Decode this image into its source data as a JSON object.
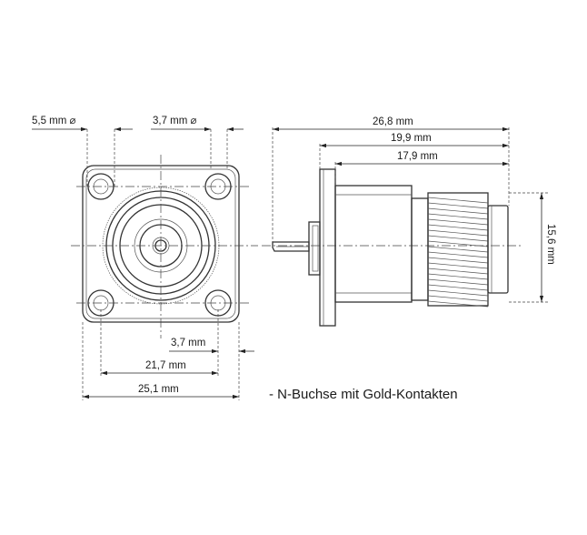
{
  "front_view": {
    "dim_hole_diameter": "5,5 mm ⌀",
    "dim_bore_diameter": "3,7 mm ⌀",
    "dim_hole_offset": "3,7 mm",
    "dim_hole_spacing": "21,7 mm",
    "dim_flange_width": "25,1 mm"
  },
  "side_view": {
    "dim_total_length": "26,8 mm",
    "dim_length_2": "19,9 mm",
    "dim_length_3": "17,9 mm",
    "dim_height": "15,6 mm"
  },
  "caption": "- N-Buchse mit Gold-Kontakten"
}
